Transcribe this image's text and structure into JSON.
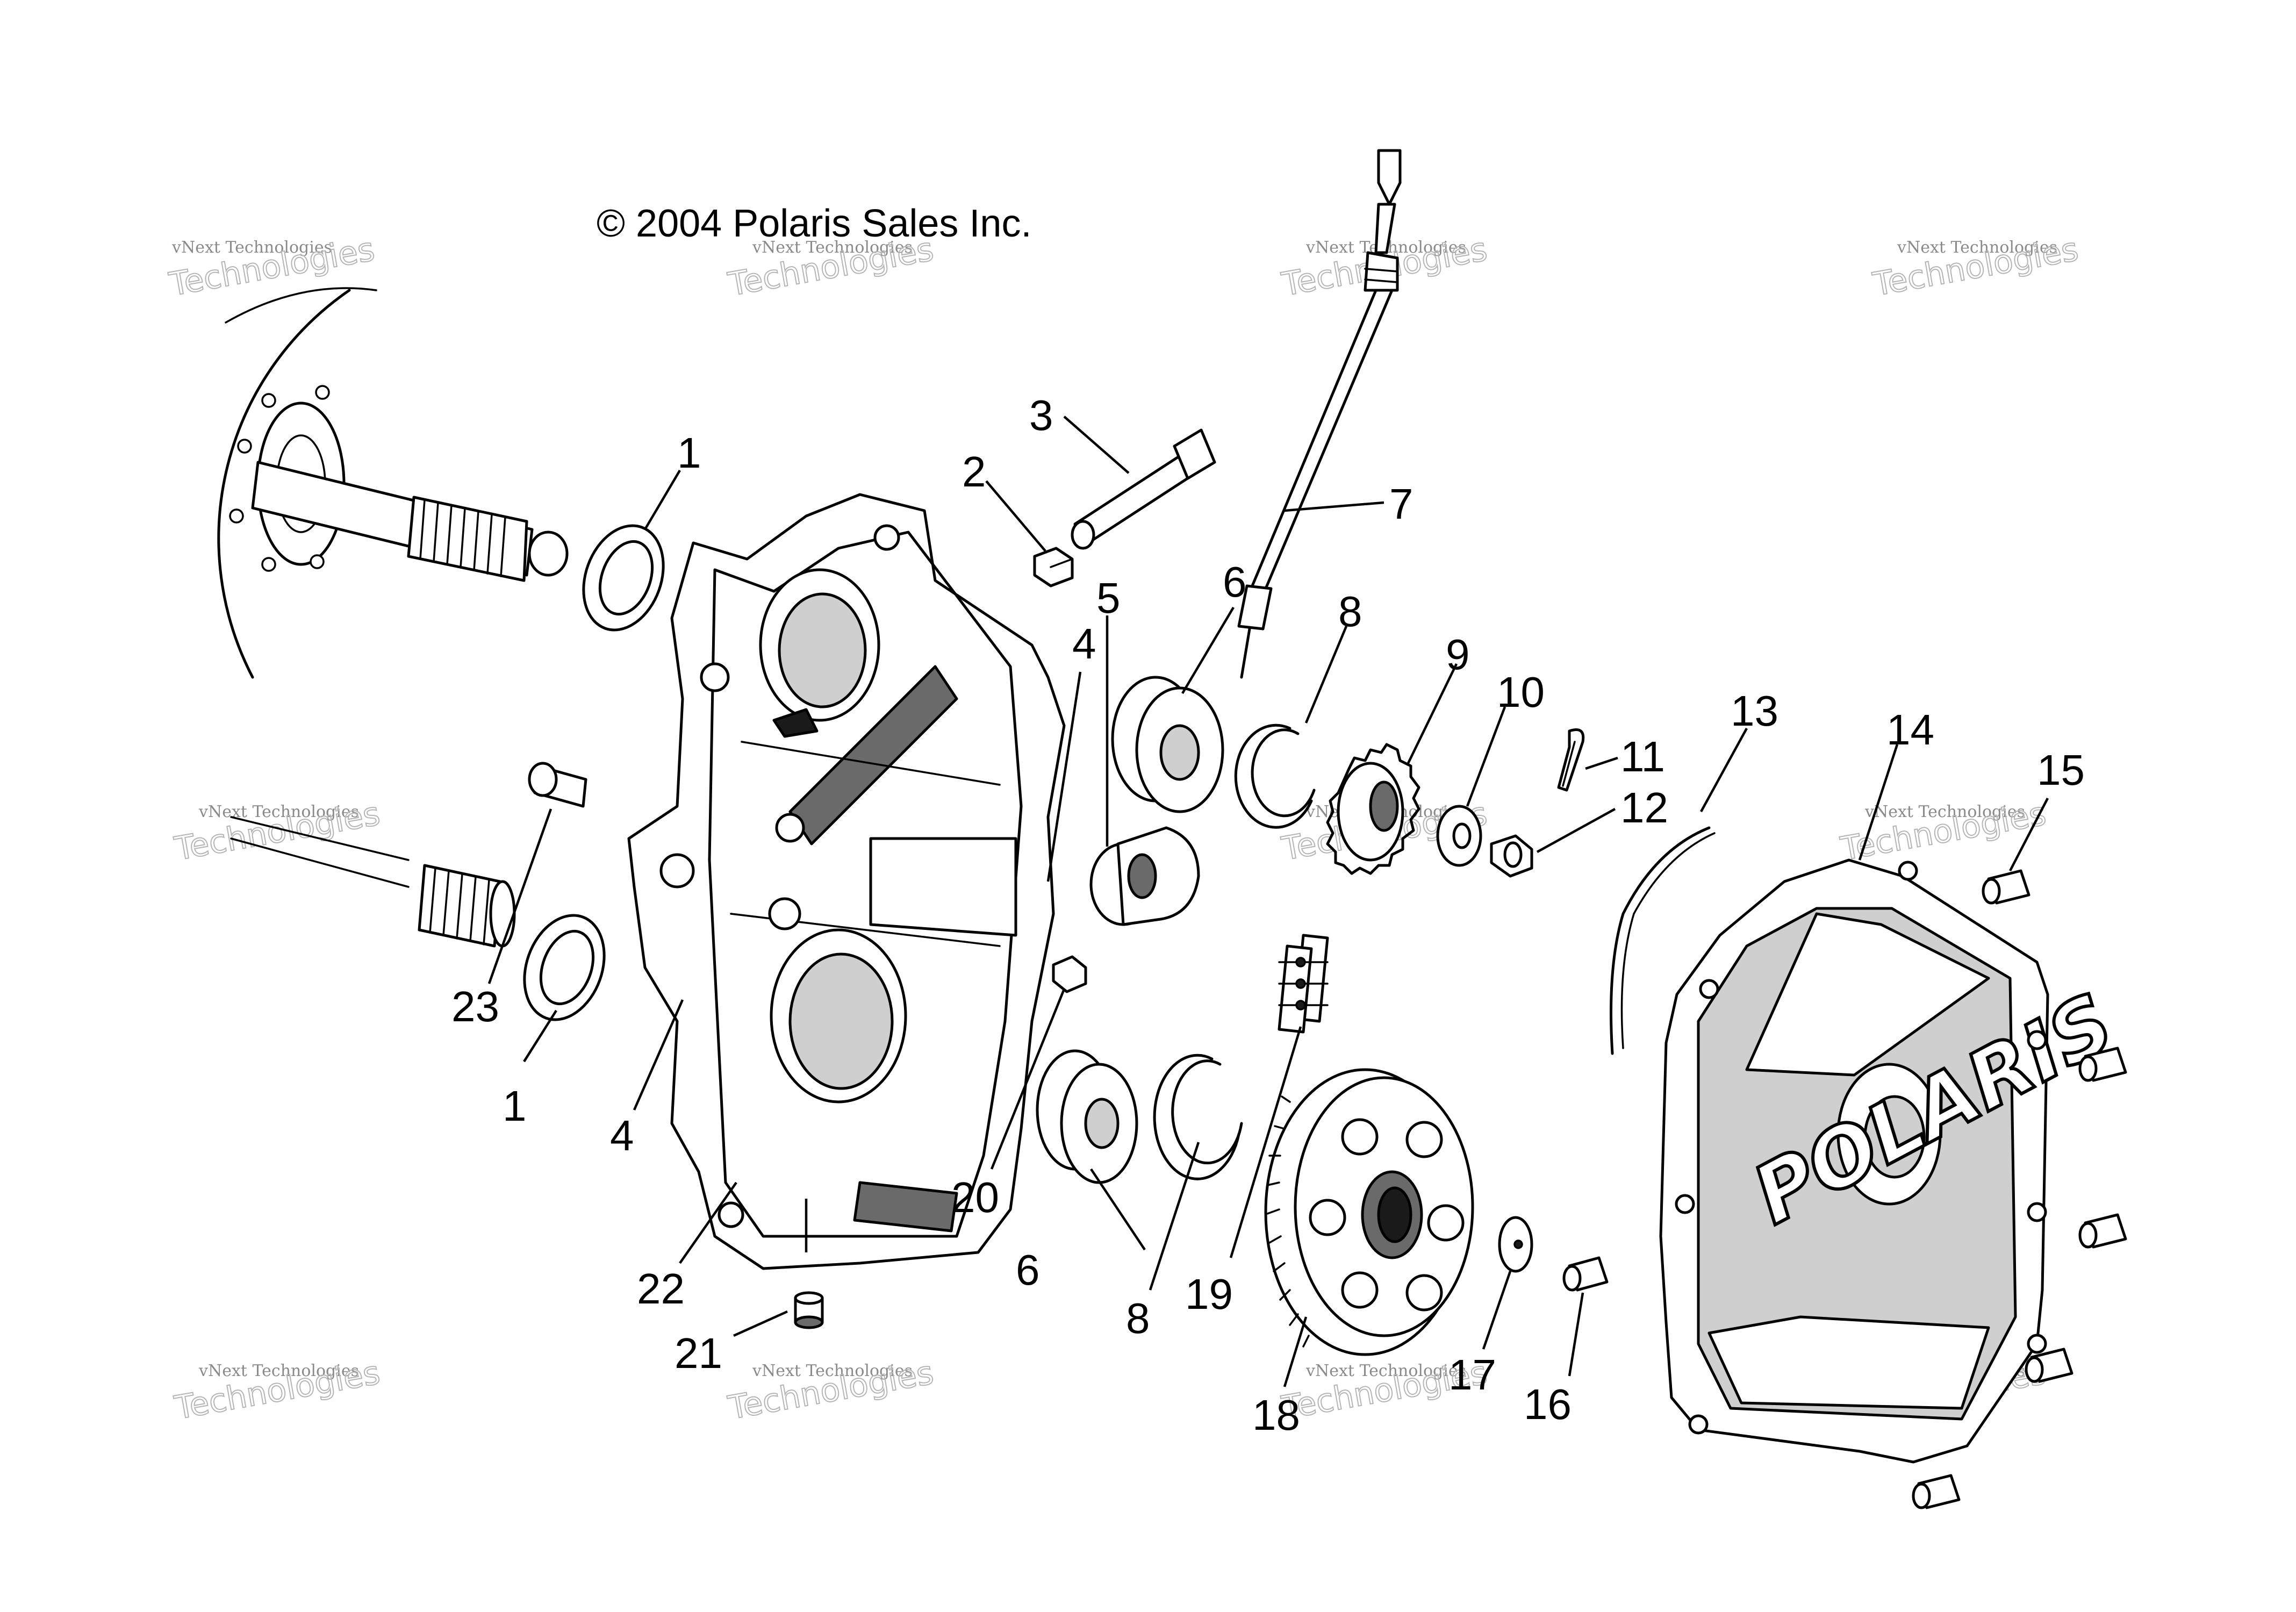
{
  "copyright": "© 2004 Polaris Sales Inc.",
  "brand_logo": "POLARIS",
  "watermark": {
    "line1": "vNext Technologies",
    "line2": "vNext",
    "line3": "Technologies"
  },
  "callouts": [
    "1",
    "2",
    "3",
    "4",
    "5",
    "6",
    "7",
    "8",
    "9",
    "10",
    "11",
    "12",
    "13",
    "14",
    "15",
    "16",
    "17",
    "18",
    "19",
    "20",
    "21",
    "22",
    "23"
  ],
  "labels": {
    "n1a": "1",
    "n1b": "1",
    "n2": "2",
    "n3": "3",
    "n4a": "4",
    "n4b": "4",
    "n5": "5",
    "n6a": "6",
    "n6b": "6",
    "n7": "7",
    "n8a": "8",
    "n8b": "8",
    "n9": "9",
    "n10": "10",
    "n11": "11",
    "n12": "12",
    "n13": "13",
    "n14": "14",
    "n15": "15",
    "n16": "16",
    "n17": "17",
    "n18": "18",
    "n19": "19",
    "n20": "20",
    "n21": "21",
    "n22": "22",
    "n23": "23"
  }
}
